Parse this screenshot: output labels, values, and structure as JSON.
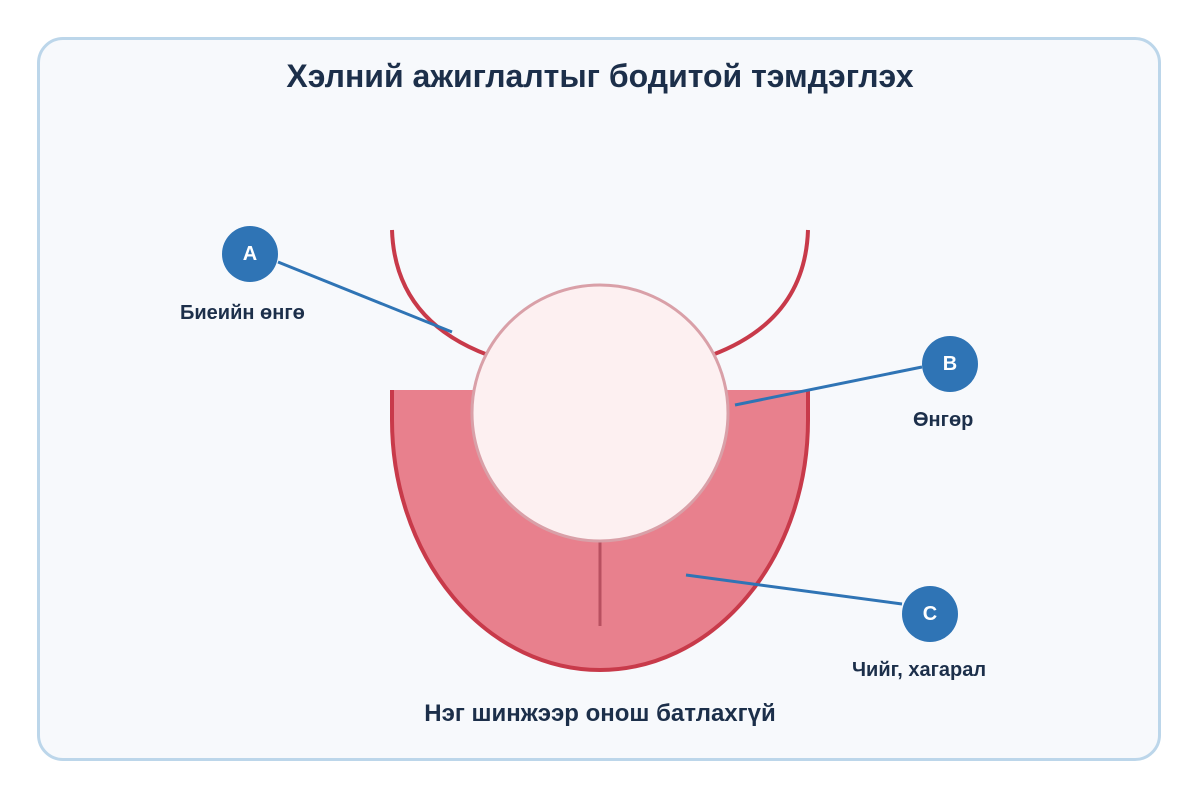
{
  "title": "Хэлний ажиглалтыг бодитой тэмдэглэх",
  "markers": [
    {
      "letter": "A",
      "label": "Биеийн өнгө"
    },
    {
      "letter": "B",
      "label": "Өнгөр"
    },
    {
      "letter": "C",
      "label": "Чийг, хагарал"
    }
  ],
  "caption": "Нэг шинжээр онош батлахгүй",
  "colors": {
    "tongue_fill": "#e8808d",
    "tongue_outline": "#c83a4a",
    "coating_fill": "#fdf0f1",
    "coating_outline": "#d9a0a8",
    "marker": "#2f74b5",
    "title_text": "#1c2f4a"
  }
}
